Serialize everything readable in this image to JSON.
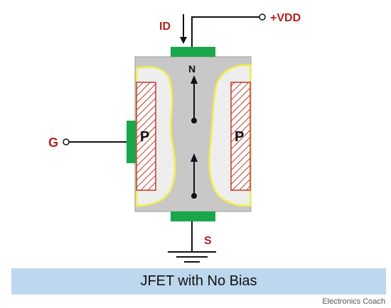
{
  "labels": {
    "drain_current": "ID",
    "supply": "+VDD",
    "gate": "G",
    "source": "S",
    "channel": "N",
    "p_left": "P",
    "p_right": "P"
  },
  "caption": "JFET with No Bias",
  "credit": "Electronics Coach",
  "colors": {
    "channel": "#c8c8c8",
    "contact": "#1aa64b",
    "p_region": "#c0392b",
    "depletion_edge": "#f2ef4a",
    "depletion_fill": "#f1f1f1",
    "label": "#b22222",
    "caption_bg": "#bdd7ee"
  }
}
